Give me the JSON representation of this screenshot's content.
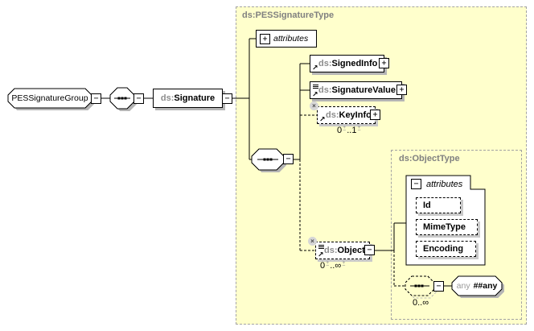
{
  "colors": {
    "canvas_bg": "#ffffff",
    "complex_type_bg": "#ffffcc",
    "complex_type_border": "#a3a3a3",
    "complex_type_label": "#808080",
    "element_border": "#000000",
    "prefix_text": "#8c8c8c",
    "box_shadow": "#b5b5b5",
    "any_namespace_gray": "#999999"
  },
  "icons": {
    "expand_glyph": "+",
    "collapse_glyph": "−",
    "reference_arrow_glyph": "↗",
    "prohibited_glyph": "×",
    "spinner_plus_glyph": "+",
    "spinner_minus_glyph": "−"
  },
  "nodes": {
    "group": {
      "label": "PESSignatureGroup"
    },
    "signature": {
      "prefix": "ds:",
      "name": "Signature"
    },
    "pes_signature_type": {
      "label": "ds:PESSignatureType"
    },
    "signature_attributes": {
      "label": "attributes"
    },
    "signed_info": {
      "prefix": "ds:",
      "name": "SignedInfo"
    },
    "signature_value": {
      "prefix": "ds:",
      "name": "SignatureValue"
    },
    "key_info": {
      "prefix": "ds:",
      "name": "KeyInfo",
      "occ_min": "0",
      "occ_sep": "..",
      "occ_max": "1"
    },
    "object": {
      "prefix": "ds:",
      "name": "Object",
      "occ_min": "0",
      "occ_sep": "..",
      "occ_max": "∞"
    },
    "object_type": {
      "label": "ds:ObjectType"
    },
    "object_attributes": {
      "label": "attributes",
      "items": [
        "Id",
        "MimeType",
        "Encoding"
      ]
    },
    "any_sequence": {
      "occurrence": "0..∞"
    },
    "any_element": {
      "name": "any",
      "namespace": "##any"
    }
  }
}
